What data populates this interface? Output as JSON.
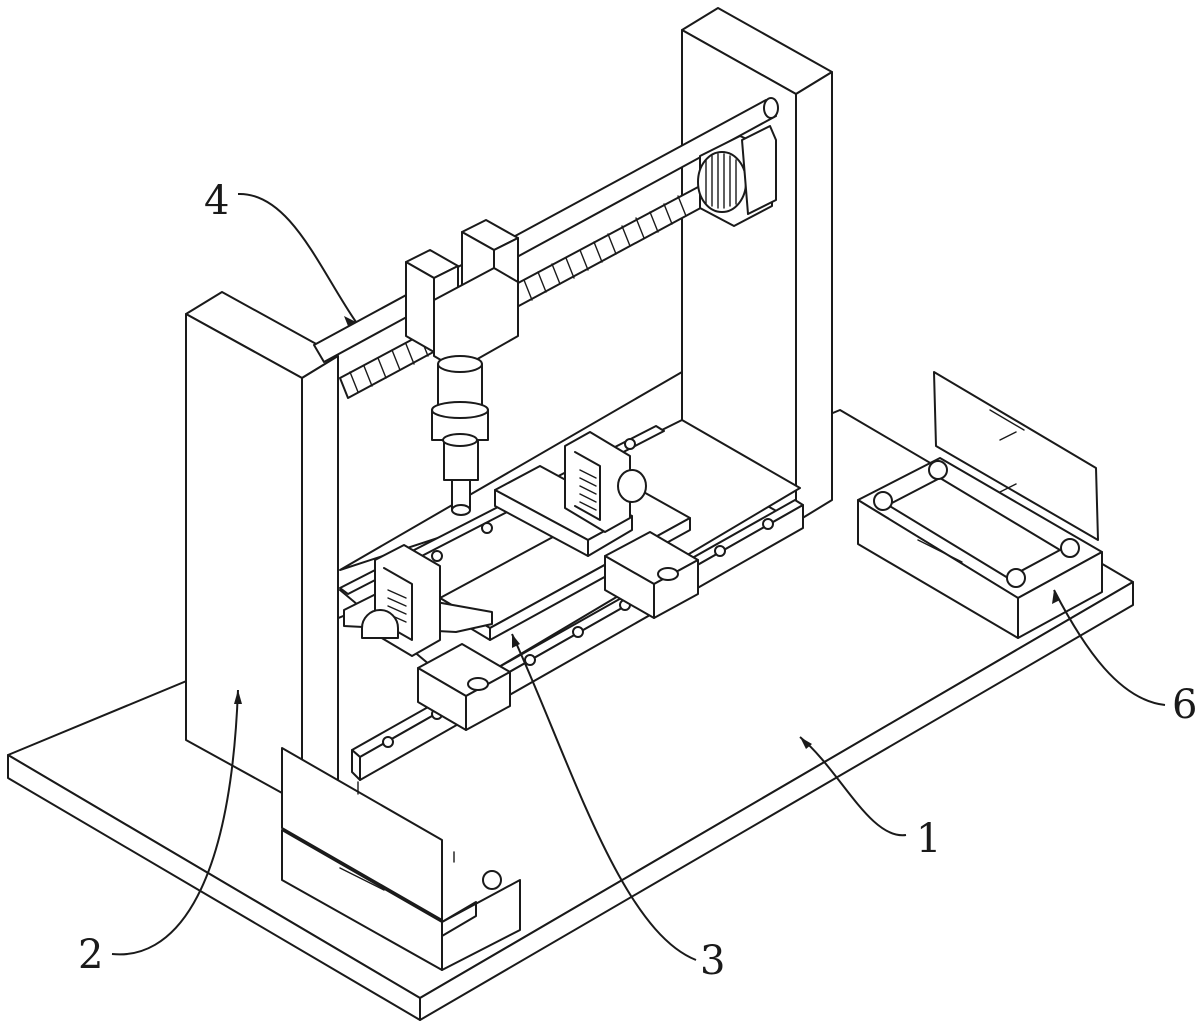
{
  "figure": {
    "callouts": [
      {
        "id": "base-plate",
        "label": "1"
      },
      {
        "id": "left-column",
        "label": "2"
      },
      {
        "id": "workpiece-table",
        "label": "3"
      },
      {
        "id": "guide-rod",
        "label": "4"
      },
      {
        "id": "storage-box",
        "label": "6"
      }
    ]
  },
  "colors": {
    "line": "#1a1a1a",
    "background": "#ffffff"
  }
}
